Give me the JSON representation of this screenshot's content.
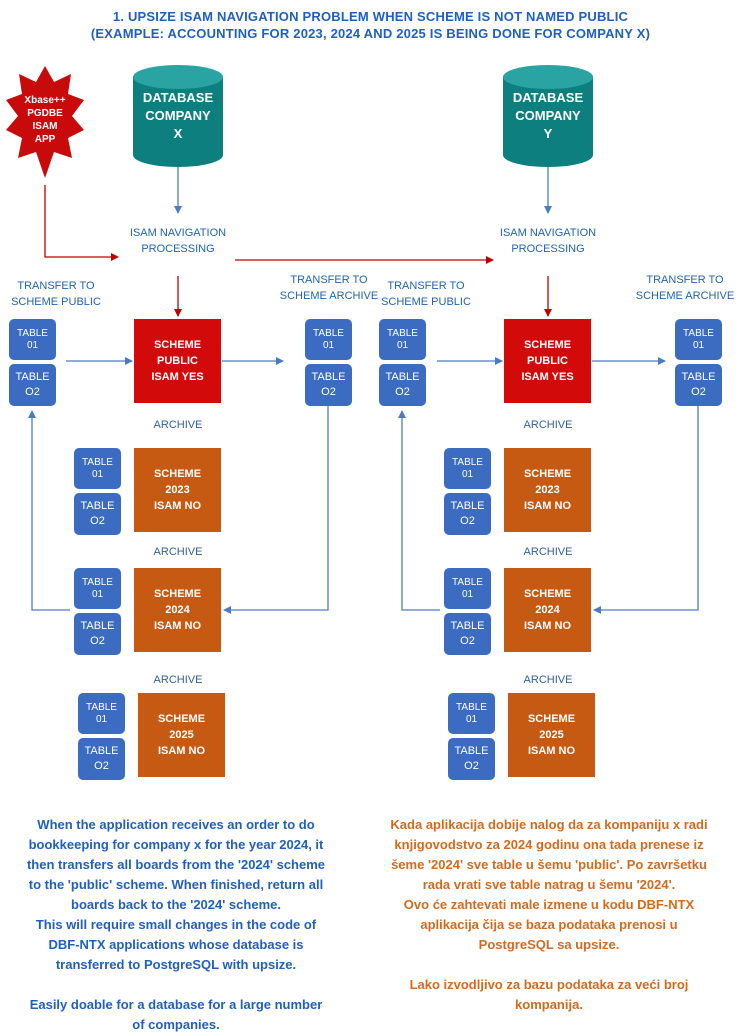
{
  "title": {
    "line1": "1. UPSIZE ISAM NAVIGATION PROBLEM WHEN SCHEME IS NOT NAMED PUBLIC",
    "line2": "(EXAMPLE: ACCOUNTING FOR 2023, 2024 AND 2025 IS BEING DONE FOR COMPANY X)"
  },
  "app_badge": "Xbase++\nPGDBE\nISAM\nAPP",
  "left": {
    "database": "DATABASE\nCOMPANY\nX",
    "isam": "ISAM\nNAVIGATION\nPROCESSING",
    "transfer_public": "TRANSFER TO\nSCHEME PUBLIC",
    "transfer_archive": "TRANSFER TO\nSCHEME ARCHIVE",
    "scheme_public": "SCHEME\nPUBLIC\nISAM YES",
    "archive1": "ARCHIVE",
    "scheme_2023": "SCHEME\n2023\nISAM NO",
    "archive2": "ARCHIVE",
    "scheme_2024": "SCHEME\n2024\nISAM NO",
    "archive3": "ARCHIVE",
    "scheme_2025": "SCHEME\n2025\nISAM NO"
  },
  "right": {
    "database": "DATABASE\nCOMPANY\nY",
    "isam": "ISAM\nNAVIGATION\nPROCESSING",
    "transfer_public": "TRANSFER TO\nSCHEME PUBLIC",
    "transfer_archive": "TRANSFER TO\nSCHEME ARCHIVE",
    "scheme_public": "SCHEME\nPUBLIC\nISAM YES",
    "archive1": "ARCHIVE",
    "scheme_2023": "SCHEME\n2023\nISAM NO",
    "archive2": "ARCHIVE",
    "scheme_2024": "SCHEME\n2024\nISAM NO",
    "archive3": "ARCHIVE",
    "scheme_2025": "SCHEME\n2025\nISAM NO"
  },
  "tables": {
    "t01": "TABLE\n01",
    "t02": "TABLE\nO2"
  },
  "note_en": "When the application receives an order to do\nbookkeeping for company x for the year 2024, it\nthen transfers all boards from the '2024' scheme\nto the 'public' scheme. When finished, return all\nboards back to the '2024' scheme.\nThis will require small changes in the code of\nDBF-NTX applications whose database is\ntransferred to PostgreSQL with upsize.\n\nEasily doable for a database for a large number\nof companies.",
  "note_sr": "Kada aplikacija dobije nalog da za kompaniju x radi\nknjigovodstvo za 2024 godinu ona tada prenese iz\nšeme '2024' sve table u šemu 'public'. Po završetku\nrada vrati sve table natrag u šemu '2024'.\nOvo će zahtevati male izmene u kodu DBF-NTX\naplikacija čija se baza podataka prenosi u\nPostgreSQL sa upsize.\n\nLako izvodljivo za bazu podataka za veći broj\nkompanija.",
  "colors": {
    "title_blue": "#1f5fbf",
    "table_blue": "#3b6cc2",
    "scheme_red": "#d20a0a",
    "scheme_orange": "#c65a12",
    "db_teal": "#0e7f7f",
    "arrow_red": "#c00000",
    "arrow_blue": "#4a7cc6",
    "note_orange": "#d46a1c"
  }
}
